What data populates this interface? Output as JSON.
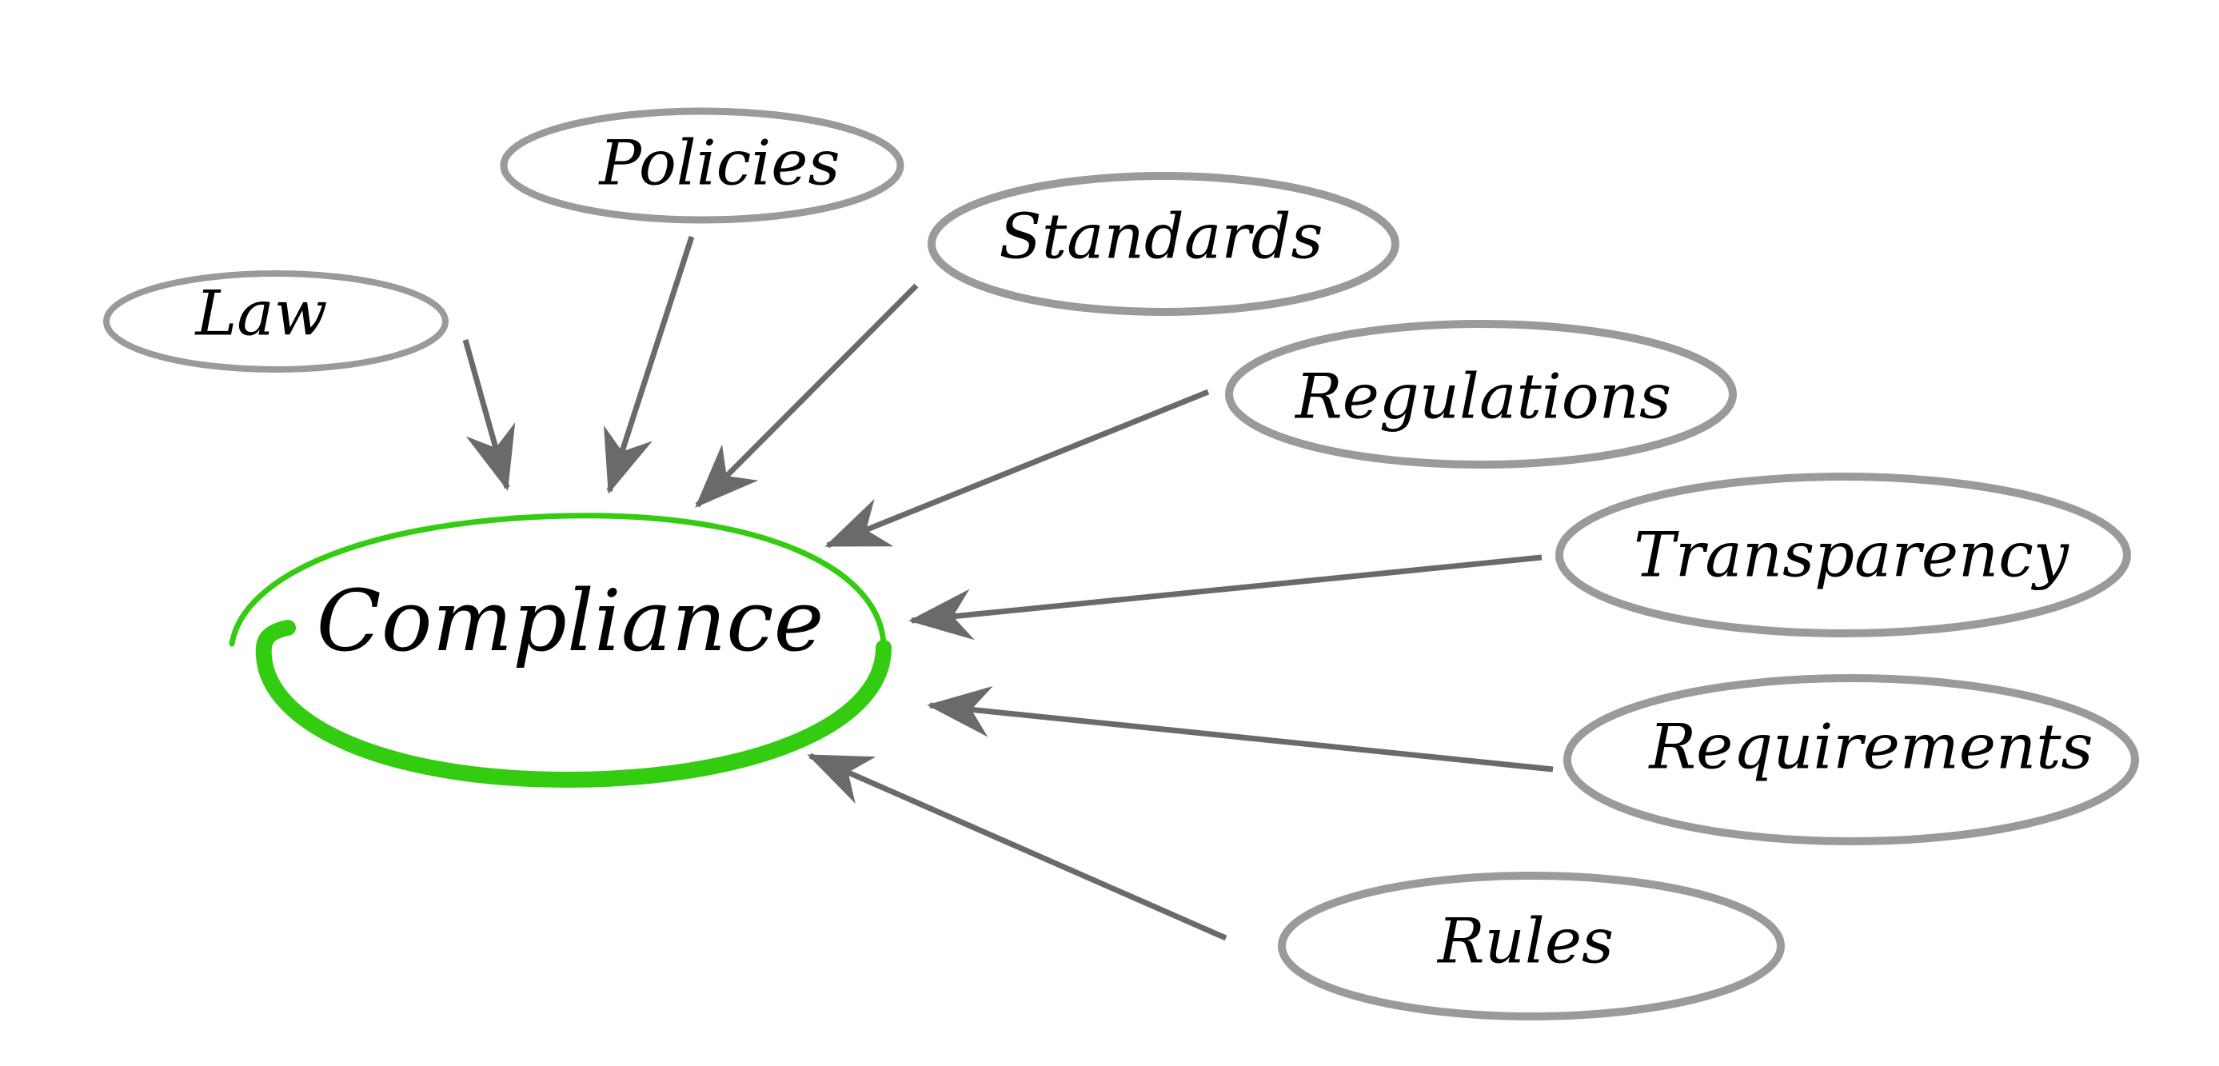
{
  "central": {
    "label": "Compliance",
    "color": "#33cc11"
  },
  "nodes": [
    {
      "id": "law",
      "label": "Law"
    },
    {
      "id": "policies",
      "label": "Policies"
    },
    {
      "id": "standards",
      "label": "Standards"
    },
    {
      "id": "regulations",
      "label": "Regulations"
    },
    {
      "id": "transparency",
      "label": "Transparency"
    },
    {
      "id": "requirements",
      "label": "Requirements"
    },
    {
      "id": "rules",
      "label": "Rules"
    }
  ],
  "colors": {
    "node_outline": "#9a9a9a",
    "arrow": "#6a6a6a",
    "text": "#000000",
    "background": "#ffffff"
  }
}
